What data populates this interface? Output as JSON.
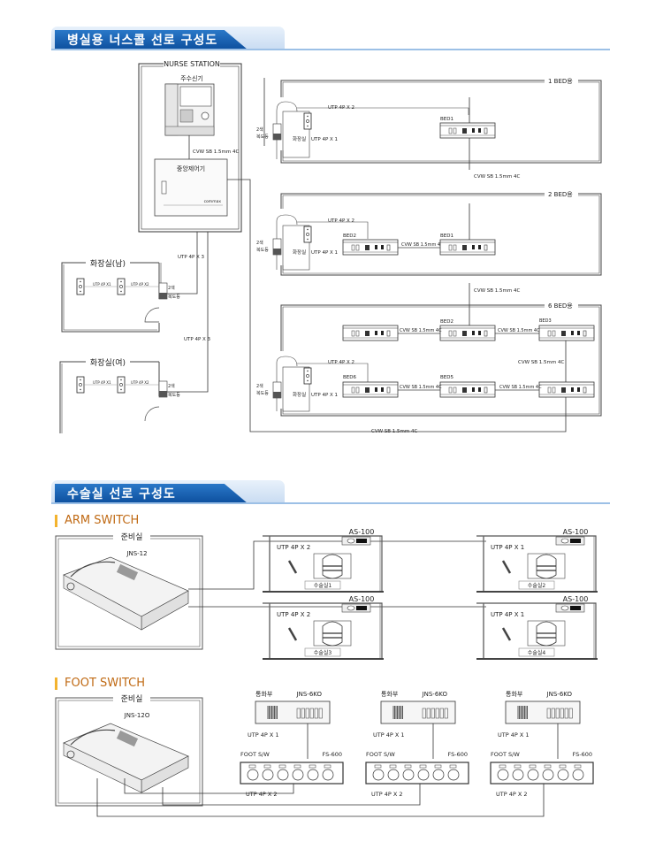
{
  "section1": {
    "title": "병실용 너스콜 선로 구성도",
    "nurse_station": {
      "label": "NURSE STATION",
      "master_label": "주수신기",
      "controller_label": "중앙제어기",
      "brand": "commax",
      "link_cable": "CVW SB 1.5mm 4C"
    },
    "toilets": [
      {
        "label": "화장실(남)",
        "cable_a": "UTP 4P X1",
        "cable_b": "UTP 4P X2",
        "lamp_line1": "2색",
        "lamp_line2": "복도등",
        "trunk_cable": "UTP 4P X 3"
      },
      {
        "label": "화장실(여)",
        "cable_a": "UTP 4P X1",
        "cable_b": "UTP 4P X2",
        "lamp_line1": "2색",
        "lamp_line2": "복도등",
        "trunk_cable": "UTP 4P X 3"
      }
    ],
    "wards": [
      {
        "label": "1 BED용",
        "toilet": "화장실",
        "lamp_line1": "2색",
        "lamp_line2": "복도등",
        "cable_top": "UTP 4P X 2",
        "cable_side": "UTP 4P X 1",
        "beds": [
          "BED1"
        ],
        "links": []
      },
      {
        "label": "2 BED용",
        "toilet": "화장실",
        "lamp_line1": "2색",
        "lamp_line2": "복도등",
        "cable_top": "UTP 4P X 2",
        "cable_side": "UTP 4P X 1",
        "beds": [
          "BED2",
          "BED1"
        ],
        "links": [
          "CVW SB 1.5mm 4C"
        ]
      },
      {
        "label": "6 BED용",
        "toilet": "화장실",
        "lamp_line1": "2색",
        "lamp_line2": "복도등",
        "cable_top": "UTP 4P X 2",
        "cable_side": "UTP 4P X 1",
        "beds_top": [
          "",
          "BED2",
          "BED3"
        ],
        "beds_bottom": [
          "BED6",
          "BED5",
          ""
        ],
        "links": [
          "CVW SB 1.5mm 4C",
          "CVW SB 1.5mm 4C",
          "CVW SB 1.5mm 4C",
          "CVW SB 1.5mm 4C",
          "CVW SB 1.5mm 4C"
        ]
      }
    ],
    "trunk_labels": [
      "CVW SB 1.5mm 4C",
      "CVW SB 1.5mm 4C",
      "CVW SB 1.5mm 4C"
    ]
  },
  "section2": {
    "title": "수술실 선로 구성도",
    "arm": {
      "heading": "ARM SWITCH",
      "prep_room": "준비실",
      "model": "JNS-12",
      "rooms": [
        {
          "device": "AS-100",
          "cable": "UTP 4P X 2",
          "name": "수술실1"
        },
        {
          "device": "AS-100",
          "cable": "UTP 4P X 1",
          "name": "수술실2"
        },
        {
          "device": "AS-100",
          "cable": "UTP 4P X 2",
          "name": "수술실3"
        },
        {
          "device": "AS-100",
          "cable": "UTP 4P X 1",
          "name": "수술실4"
        }
      ]
    },
    "foot": {
      "heading": "FOOT SWITCH",
      "prep_room": "준비실",
      "model": "JNS-12O",
      "units": [
        {
          "call_label": "통화부",
          "call_model": "JNS-6KO",
          "cable_mid": "UTP 4P X 1",
          "sw_label": "FOOT S/W",
          "sw_model": "FS-600",
          "cable_bottom": "UTP 4P X 2"
        },
        {
          "call_label": "통화부",
          "call_model": "JNS-6KO",
          "cable_mid": "UTP 4P X 1",
          "sw_label": "FOOT S/W",
          "sw_model": "FS-600",
          "cable_bottom": "UTP 4P X 2"
        },
        {
          "call_label": "통화부",
          "call_model": "JNS-6KO",
          "cable_mid": "UTP 4P X 1",
          "sw_label": "FOOT S/W",
          "sw_model": "FS-600",
          "cable_bottom": "UTP 4P X 2"
        }
      ]
    }
  }
}
